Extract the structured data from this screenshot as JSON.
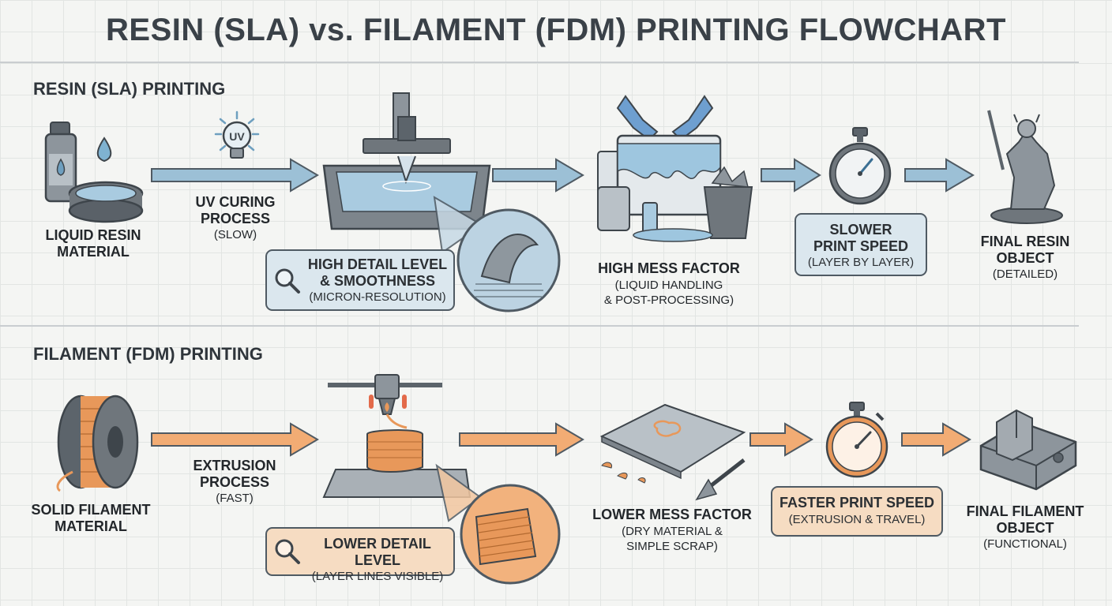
{
  "title": "RESIN (SLA) vs. FILAMENT (FDM) PRINTING FLOWCHART",
  "colors": {
    "resin_accent": "#6e9fbf",
    "filament_accent": "#e8985a",
    "outline": "#4f5a63"
  },
  "resin": {
    "section_label": "RESIN (SLA) PRINTING",
    "uv_icon_label": "UV",
    "material": {
      "line1": "LIQUID RESIN",
      "line2": "MATERIAL"
    },
    "process": {
      "line1": "UV CURING",
      "line2": "PROCESS",
      "sub": "(SLOW)"
    },
    "detail": {
      "line1": "HIGH DETAIL LEVEL",
      "line2": "& SMOOTHNESS",
      "sub": "(MICRON-RESOLUTION)"
    },
    "mess": {
      "main": "HIGH MESS FACTOR",
      "sub1": "(LIQUID HANDLING",
      "sub2": "& POST-PROCESSING)"
    },
    "speed": {
      "line1": "SLOWER",
      "line2": "PRINT SPEED",
      "sub": "(LAYER BY LAYER)"
    },
    "final": {
      "line1": "FINAL RESIN",
      "line2": "OBJECT",
      "sub": "(DETAILED)"
    }
  },
  "filament": {
    "section_label": "FILAMENT (FDM) PRINTING",
    "material": {
      "line1": "SOLID FILAMENT",
      "line2": "MATERIAL"
    },
    "process": {
      "line1": "EXTRUSION",
      "line2": "PROCESS",
      "sub": "(FAST)"
    },
    "detail": {
      "line1": "LOWER DETAIL LEVEL",
      "sub": "(LAYER LINES VISIBLE)"
    },
    "mess": {
      "main": "LOWER MESS FACTOR",
      "sub1": "(DRY MATERIAL &",
      "sub2": "SIMPLE SCRAP)"
    },
    "speed": {
      "line1": "FASTER PRINT SPEED",
      "sub": "(EXTRUSION & TRAVEL)"
    },
    "final": {
      "line1": "FINAL FILAMENT",
      "line2": "OBJECT",
      "sub": "(FUNCTIONAL)"
    }
  }
}
